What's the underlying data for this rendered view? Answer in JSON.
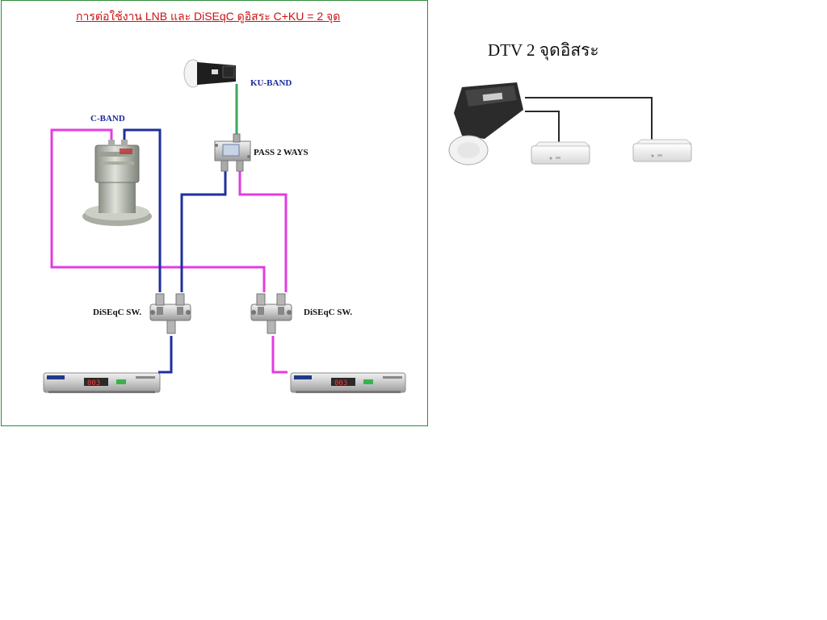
{
  "diagram": {
    "title": "การต่อใช้งาน LNB และ DiSEqC ดูอิสระ C+KU = 2 จุด",
    "labels": {
      "ku_band": "KU-BAND",
      "c_band": "C-BAND",
      "splitter": "PASS 2  WAYS",
      "diseqc_left": "DiSEqC SW.",
      "diseqc_right": "DiSEqC SW."
    },
    "receiver_display": "003"
  },
  "dtv": {
    "title": "DTV 2 จุดอิสระ"
  },
  "colors": {
    "title_red": "#cc1111",
    "label_blue": "#1a2a9a",
    "wire_blue": "#1f2f9e",
    "wire_magenta": "#e23ce2",
    "wire_green": "#3aa85a",
    "frame_green": "#2e8b3a"
  },
  "icons": [
    "ku-lnb-icon",
    "c-band-lnb-icon",
    "splitter-icon",
    "diseqc-switch-icon",
    "satellite-receiver-icon",
    "dtv-lnb-icon",
    "set-top-box-icon"
  ]
}
